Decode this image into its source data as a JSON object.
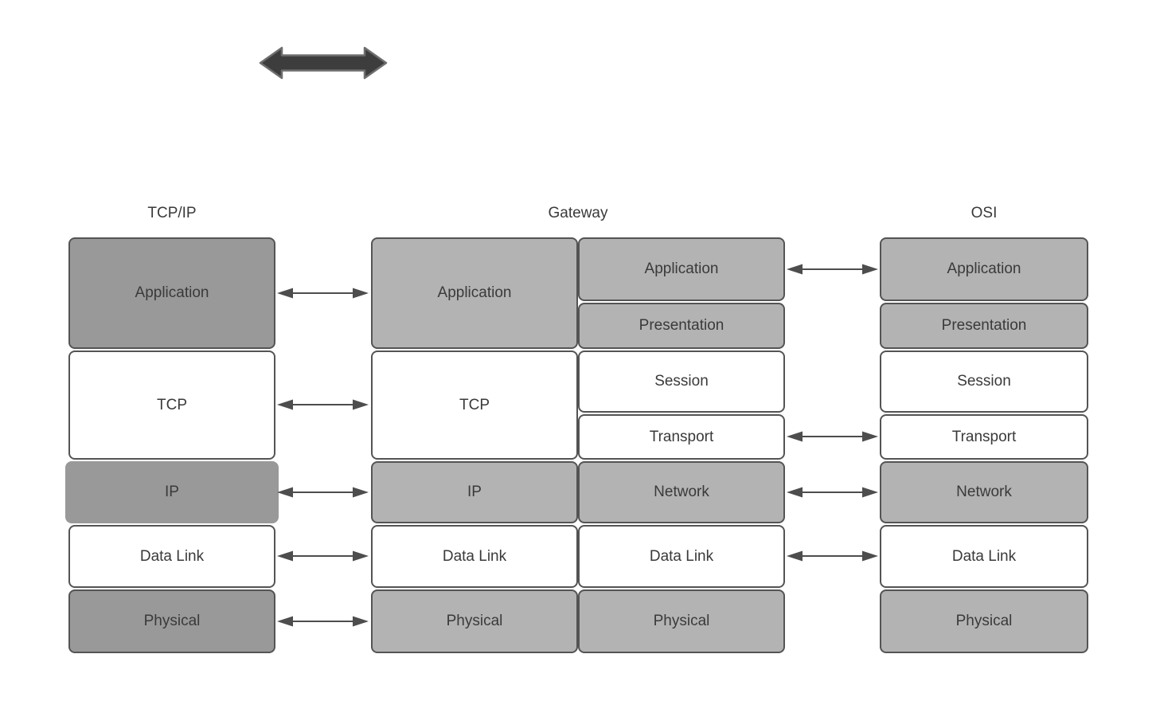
{
  "diagram_title": "",
  "columns": {
    "tcpip": {
      "title": "TCP/IP",
      "layers": [
        "Application",
        "TCP",
        "IP",
        "Data Link",
        "Physical"
      ]
    },
    "gateway": {
      "title": "Gateway",
      "left_stack": [
        "Application",
        "TCP",
        "IP",
        "Data Link",
        "Physical"
      ],
      "right_stack": [
        "Application",
        "Presentation",
        "Session",
        "Transport",
        "Network",
        "Data Link",
        "Physical"
      ]
    },
    "osi": {
      "title": "OSI",
      "layers": [
        "Application",
        "Presentation",
        "Session",
        "Transport",
        "Network",
        "Data Link",
        "Physical"
      ]
    }
  },
  "connections": {
    "tcpip_to_gateway": [
      "Application",
      "TCP",
      "IP",
      "Data Link",
      "Physical"
    ],
    "gateway_to_osi": [
      "Application",
      "Transport",
      "Network",
      "Data Link"
    ]
  },
  "icons": {
    "top_shape": "horizontal-double-arrow"
  },
  "colors": {
    "tcpip_fill": "#999999",
    "gateway_osi_fill": "#b3b3b3",
    "white_fill": "#ffffff",
    "border": "#545454",
    "text": "#3a3a3a",
    "connector": "#4d4d4d",
    "big_arrow_fill": "#3d3d3d",
    "big_arrow_stroke": "#6e6e6e",
    "background": "#ffffff"
  }
}
